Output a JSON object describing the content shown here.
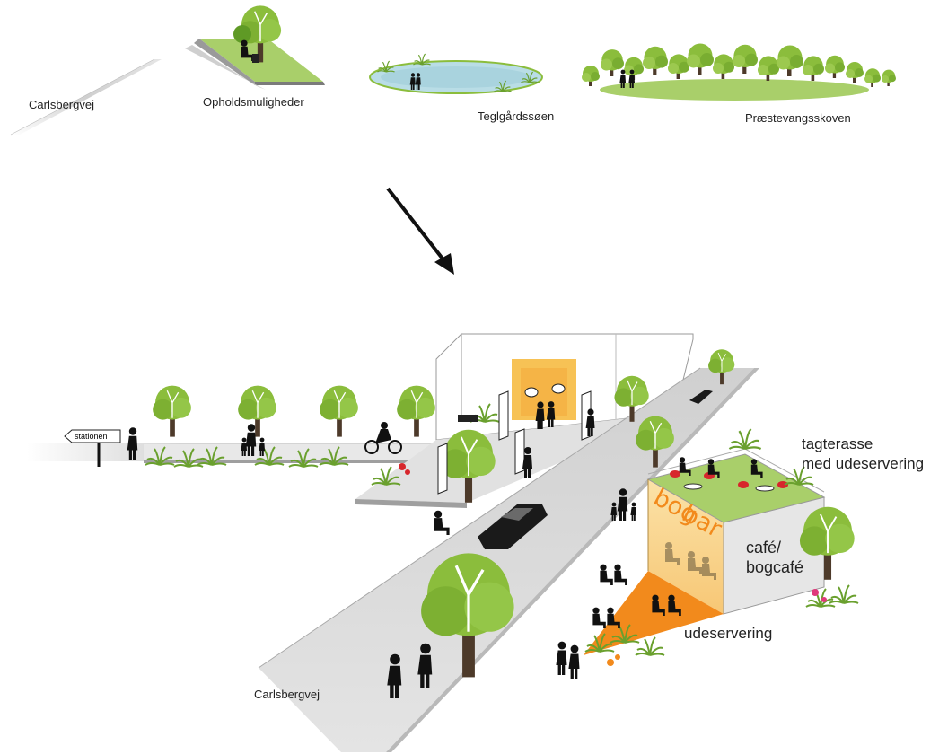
{
  "top_row": {
    "carlsbergvej": "Carlsbergvej",
    "opholdsmuligheder": "Opholdsmuligheder",
    "teglgardssoen": "Teglgårdssøen",
    "praestevangsskoven": "Præstevangsskoven"
  },
  "scene": {
    "sign_label": "stationen",
    "rooftop_label_line1": "tagterasse",
    "rooftop_label_line2": "med udeservering",
    "cafe_label_line1": "café/",
    "cafe_label_line2": "bogcafé",
    "outdoor_label": "udeservering",
    "street_label": "Carlsbergvej",
    "wall_word_1": "bog",
    "wall_word_2": "bar"
  },
  "colors": {
    "tree_green": "#8bbd3c",
    "tree_dark": "#6aa02e",
    "grass": "#a9cf6a",
    "water": "#b9dde6",
    "road": "#d9d9d9",
    "orange": "#f28a1c",
    "yellow": "#f9d38a"
  }
}
